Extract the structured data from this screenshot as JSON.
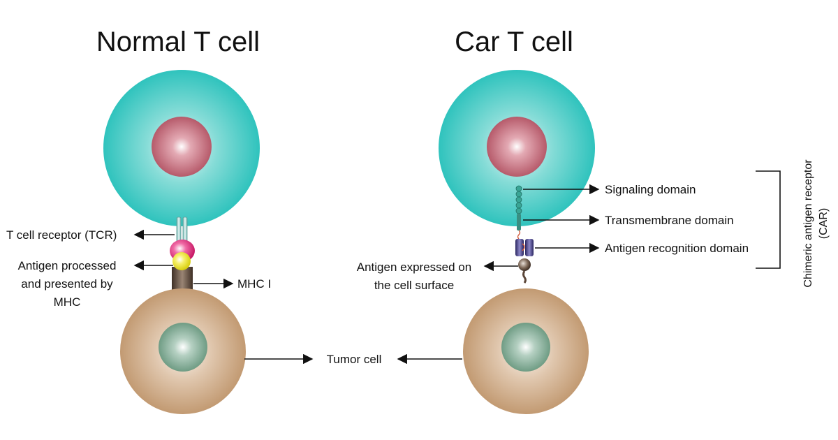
{
  "titles": {
    "normal": "Normal T cell",
    "car": "Car T cell"
  },
  "normal_labels": {
    "tcr": "T cell receptor (TCR)",
    "antigen_line1": "Antigen processed",
    "antigen_line2": "and presented by",
    "antigen_line3": "MHC",
    "mhc": "MHC I"
  },
  "center_label": {
    "tumor": "Tumor cell"
  },
  "car_labels": {
    "signaling": "Signaling domain",
    "transmembrane": "Transmembrane domain",
    "recognition": "Antigen recognition domain",
    "antigen_line1": "Antigen expressed on",
    "antigen_line2": "the cell surface"
  },
  "bracket_label": {
    "line1": "Chimeric antigen receptor",
    "line2": "(CAR)"
  },
  "colors": {
    "t_cell": "#2fc3bd",
    "t_cell_nucleus": "#b65a6a",
    "tumor_cell": "#c29a72",
    "tumor_nucleus": "#6f9c84",
    "tcr": "#9cd3cf",
    "antigen_pink": "#e5237c",
    "antigen_yellow": "#f1ea2a",
    "mhc": "#5b4638",
    "car_domain": "#3f3a86",
    "signaling_beads": "#3aa596"
  }
}
